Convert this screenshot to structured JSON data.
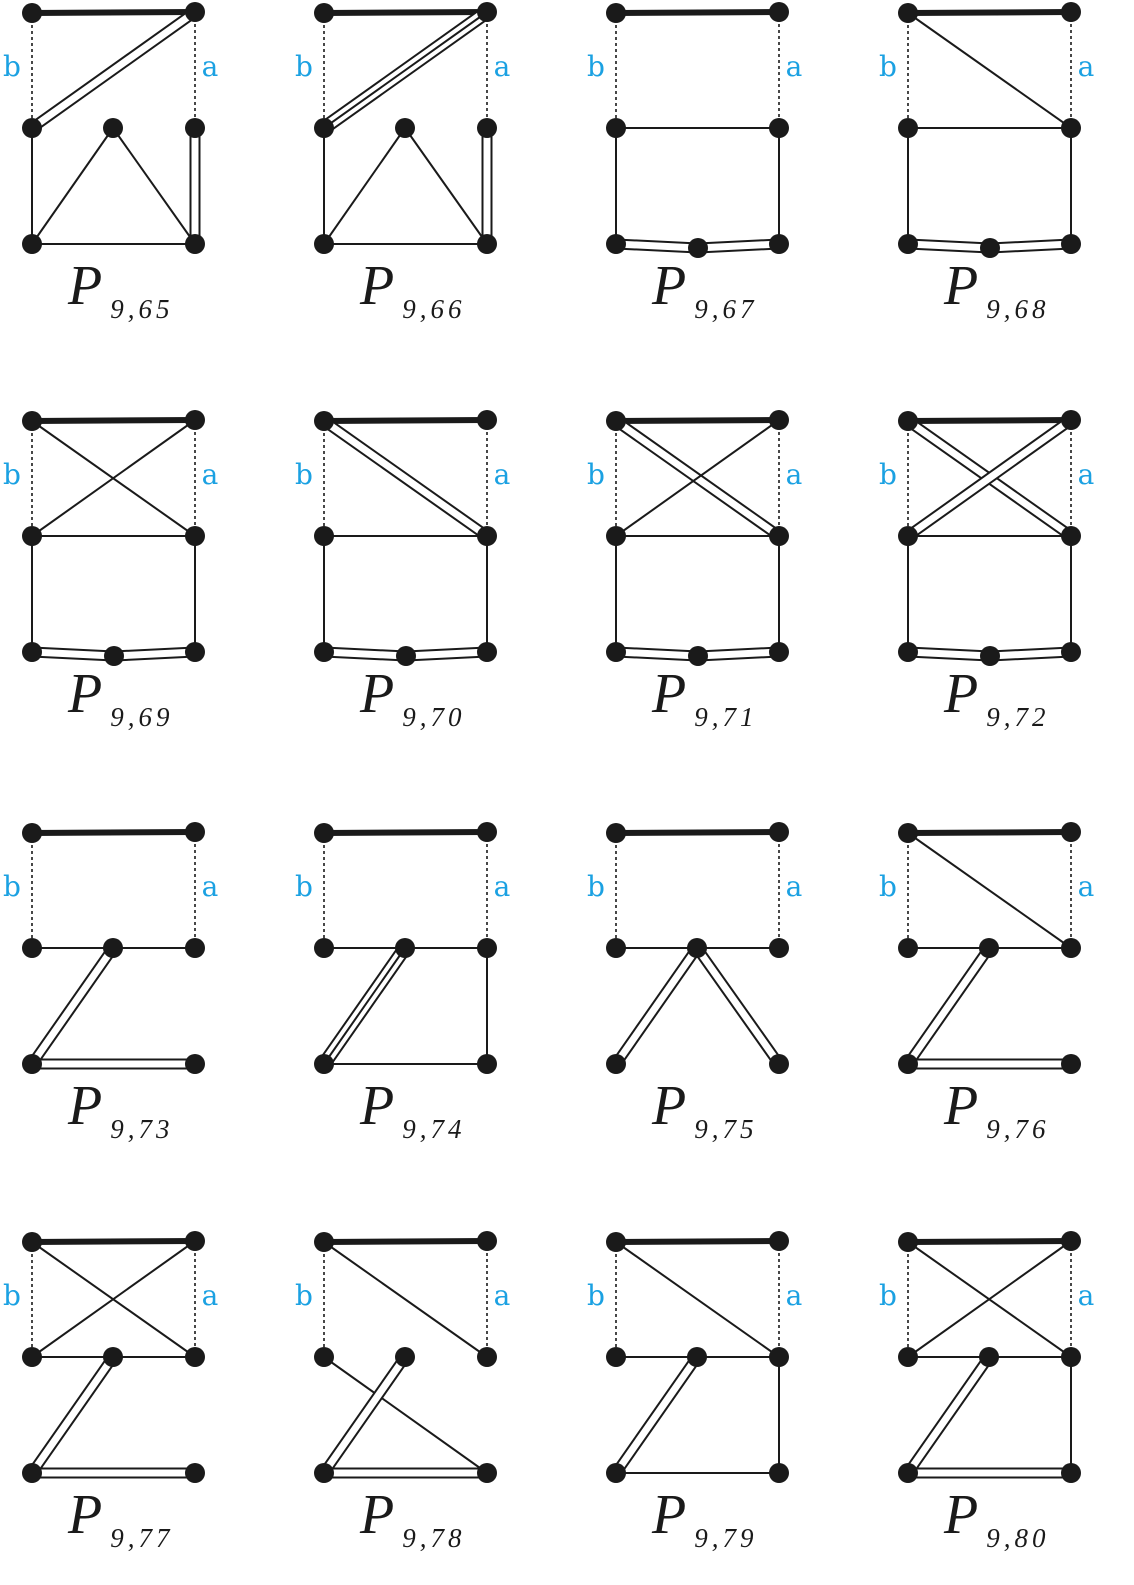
{
  "colors": {
    "ink": "#1a1a1a",
    "label": "#1ba1e2"
  },
  "side_labels": {
    "left": "b",
    "right": "a"
  },
  "caption_prefix": "P",
  "graphs": [
    {
      "caption_sub": "9,65",
      "extra_vertices": [
        "MT"
      ],
      "edges": [
        {
          "from": "TL",
          "to": "TR",
          "kind": "bold"
        },
        {
          "from": "TL",
          "to": "ML",
          "kind": "dotted"
        },
        {
          "from": "TR",
          "to": "MR",
          "kind": "dotted"
        },
        {
          "from": "TR",
          "to": "ML",
          "kind": "double"
        },
        {
          "from": "ML",
          "to": "BL",
          "kind": "single"
        },
        {
          "from": "BL",
          "to": "BR",
          "kind": "single"
        },
        {
          "from": "MT",
          "to": "BL",
          "kind": "single"
        },
        {
          "from": "MT",
          "to": "BR",
          "kind": "single"
        },
        {
          "from": "MR",
          "to": "BR",
          "kind": "double"
        }
      ]
    },
    {
      "caption_sub": "9,66",
      "extra_vertices": [
        "MT"
      ],
      "edges": [
        {
          "from": "TL",
          "to": "TR",
          "kind": "bold"
        },
        {
          "from": "TL",
          "to": "ML",
          "kind": "dotted"
        },
        {
          "from": "TR",
          "to": "MR",
          "kind": "dotted"
        },
        {
          "from": "TR",
          "to": "ML",
          "kind": "triple"
        },
        {
          "from": "ML",
          "to": "BL",
          "kind": "single"
        },
        {
          "from": "BL",
          "to": "BR",
          "kind": "single"
        },
        {
          "from": "MT",
          "to": "BL",
          "kind": "single"
        },
        {
          "from": "MT",
          "to": "BR",
          "kind": "single"
        },
        {
          "from": "MR",
          "to": "BR",
          "kind": "double"
        }
      ]
    },
    {
      "caption_sub": "9,67",
      "extra_vertices": [
        "BM"
      ],
      "edges": [
        {
          "from": "TL",
          "to": "TR",
          "kind": "bold"
        },
        {
          "from": "TL",
          "to": "ML",
          "kind": "dotted"
        },
        {
          "from": "TR",
          "to": "MR",
          "kind": "dotted"
        },
        {
          "from": "ML",
          "to": "MR",
          "kind": "single"
        },
        {
          "from": "ML",
          "to": "BL",
          "kind": "single"
        },
        {
          "from": "MR",
          "to": "BR",
          "kind": "single"
        },
        {
          "from": "BL",
          "to": "BM",
          "kind": "double"
        },
        {
          "from": "BM",
          "to": "BR",
          "kind": "double"
        }
      ]
    },
    {
      "caption_sub": "9,68",
      "extra_vertices": [
        "BM"
      ],
      "edges": [
        {
          "from": "TL",
          "to": "TR",
          "kind": "bold"
        },
        {
          "from": "TL",
          "to": "ML",
          "kind": "dotted"
        },
        {
          "from": "TR",
          "to": "MR",
          "kind": "dotted"
        },
        {
          "from": "TL",
          "to": "MR",
          "kind": "single"
        },
        {
          "from": "ML",
          "to": "MR",
          "kind": "single"
        },
        {
          "from": "ML",
          "to": "BL",
          "kind": "single"
        },
        {
          "from": "MR",
          "to": "BR",
          "kind": "single"
        },
        {
          "from": "BL",
          "to": "BM",
          "kind": "double"
        },
        {
          "from": "BM",
          "to": "BR",
          "kind": "double"
        }
      ]
    },
    {
      "caption_sub": "9,69",
      "extra_vertices": [
        "BM"
      ],
      "edges": [
        {
          "from": "TL",
          "to": "TR",
          "kind": "bold"
        },
        {
          "from": "TL",
          "to": "ML",
          "kind": "dotted"
        },
        {
          "from": "TR",
          "to": "MR",
          "kind": "dotted"
        },
        {
          "from": "TL",
          "to": "MR",
          "kind": "single"
        },
        {
          "from": "TR",
          "to": "ML",
          "kind": "single"
        },
        {
          "from": "ML",
          "to": "MR",
          "kind": "single"
        },
        {
          "from": "ML",
          "to": "BL",
          "kind": "single"
        },
        {
          "from": "MR",
          "to": "BR",
          "kind": "single"
        },
        {
          "from": "BL",
          "to": "BM",
          "kind": "double"
        },
        {
          "from": "BM",
          "to": "BR",
          "kind": "double"
        }
      ]
    },
    {
      "caption_sub": "9,70",
      "extra_vertices": [
        "BM"
      ],
      "edges": [
        {
          "from": "TL",
          "to": "TR",
          "kind": "bold"
        },
        {
          "from": "TL",
          "to": "ML",
          "kind": "dotted"
        },
        {
          "from": "TR",
          "to": "MR",
          "kind": "dotted"
        },
        {
          "from": "TL",
          "to": "MR",
          "kind": "double"
        },
        {
          "from": "ML",
          "to": "MR",
          "kind": "single"
        },
        {
          "from": "ML",
          "to": "BL",
          "kind": "single"
        },
        {
          "from": "MR",
          "to": "BR",
          "kind": "single"
        },
        {
          "from": "BL",
          "to": "BM",
          "kind": "double"
        },
        {
          "from": "BM",
          "to": "BR",
          "kind": "double"
        }
      ]
    },
    {
      "caption_sub": "9,71",
      "extra_vertices": [
        "BM"
      ],
      "edges": [
        {
          "from": "TL",
          "to": "TR",
          "kind": "bold"
        },
        {
          "from": "TL",
          "to": "ML",
          "kind": "dotted"
        },
        {
          "from": "TR",
          "to": "MR",
          "kind": "dotted"
        },
        {
          "from": "TL",
          "to": "MR",
          "kind": "double"
        },
        {
          "from": "TR",
          "to": "ML",
          "kind": "single"
        },
        {
          "from": "ML",
          "to": "MR",
          "kind": "single"
        },
        {
          "from": "ML",
          "to": "BL",
          "kind": "single"
        },
        {
          "from": "MR",
          "to": "BR",
          "kind": "single"
        },
        {
          "from": "BL",
          "to": "BM",
          "kind": "double"
        },
        {
          "from": "BM",
          "to": "BR",
          "kind": "double"
        }
      ]
    },
    {
      "caption_sub": "9,72",
      "extra_vertices": [
        "BM"
      ],
      "edges": [
        {
          "from": "TL",
          "to": "TR",
          "kind": "bold"
        },
        {
          "from": "TL",
          "to": "ML",
          "kind": "dotted"
        },
        {
          "from": "TR",
          "to": "MR",
          "kind": "dotted"
        },
        {
          "from": "TL",
          "to": "MR",
          "kind": "double"
        },
        {
          "from": "TR",
          "to": "ML",
          "kind": "double"
        },
        {
          "from": "ML",
          "to": "MR",
          "kind": "single"
        },
        {
          "from": "ML",
          "to": "BL",
          "kind": "single"
        },
        {
          "from": "MR",
          "to": "BR",
          "kind": "single"
        },
        {
          "from": "BL",
          "to": "BM",
          "kind": "double"
        },
        {
          "from": "BM",
          "to": "BR",
          "kind": "double"
        }
      ]
    },
    {
      "caption_sub": "9,73",
      "extra_vertices": [
        "MM"
      ],
      "edges": [
        {
          "from": "TL",
          "to": "TR",
          "kind": "bold"
        },
        {
          "from": "TL",
          "to": "ML",
          "kind": "dotted"
        },
        {
          "from": "TR",
          "to": "MR",
          "kind": "dotted"
        },
        {
          "from": "ML",
          "to": "MR",
          "kind": "single"
        },
        {
          "from": "MM",
          "to": "BL",
          "kind": "double"
        },
        {
          "from": "BL",
          "to": "BR",
          "kind": "double"
        }
      ]
    },
    {
      "caption_sub": "9,74",
      "extra_vertices": [
        "MM"
      ],
      "edges": [
        {
          "from": "TL",
          "to": "TR",
          "kind": "bold"
        },
        {
          "from": "TL",
          "to": "ML",
          "kind": "dotted"
        },
        {
          "from": "TR",
          "to": "MR",
          "kind": "dotted"
        },
        {
          "from": "ML",
          "to": "MR",
          "kind": "single"
        },
        {
          "from": "MM",
          "to": "BL",
          "kind": "triple"
        },
        {
          "from": "BL",
          "to": "BR",
          "kind": "single"
        },
        {
          "from": "MR",
          "to": "BR",
          "kind": "single"
        }
      ]
    },
    {
      "caption_sub": "9,75",
      "extra_vertices": [
        "MM"
      ],
      "edges": [
        {
          "from": "TL",
          "to": "TR",
          "kind": "bold"
        },
        {
          "from": "TL",
          "to": "ML",
          "kind": "dotted"
        },
        {
          "from": "TR",
          "to": "MR",
          "kind": "dotted"
        },
        {
          "from": "ML",
          "to": "MR",
          "kind": "single"
        },
        {
          "from": "MM",
          "to": "BL",
          "kind": "double"
        },
        {
          "from": "MM",
          "to": "BR",
          "kind": "double"
        }
      ]
    },
    {
      "caption_sub": "9,76",
      "extra_vertices": [
        "MM"
      ],
      "edges": [
        {
          "from": "TL",
          "to": "TR",
          "kind": "bold"
        },
        {
          "from": "TL",
          "to": "ML",
          "kind": "dotted"
        },
        {
          "from": "TR",
          "to": "MR",
          "kind": "dotted"
        },
        {
          "from": "TL",
          "to": "MR",
          "kind": "single"
        },
        {
          "from": "ML",
          "to": "MR",
          "kind": "single"
        },
        {
          "from": "MM",
          "to": "BL",
          "kind": "double"
        },
        {
          "from": "BL",
          "to": "BR",
          "kind": "double"
        }
      ]
    },
    {
      "caption_sub": "9,77",
      "extra_vertices": [
        "MM"
      ],
      "edges": [
        {
          "from": "TL",
          "to": "TR",
          "kind": "bold"
        },
        {
          "from": "TL",
          "to": "ML",
          "kind": "dotted"
        },
        {
          "from": "TR",
          "to": "MR",
          "kind": "dotted"
        },
        {
          "from": "TL",
          "to": "MR",
          "kind": "single"
        },
        {
          "from": "TR",
          "to": "ML",
          "kind": "single"
        },
        {
          "from": "ML",
          "to": "MR",
          "kind": "single"
        },
        {
          "from": "MM",
          "to": "BL",
          "kind": "double"
        },
        {
          "from": "BL",
          "to": "BR",
          "kind": "double"
        }
      ]
    },
    {
      "caption_sub": "9,78",
      "extra_vertices": [
        "MM"
      ],
      "edges": [
        {
          "from": "TL",
          "to": "TR",
          "kind": "bold"
        },
        {
          "from": "TL",
          "to": "ML",
          "kind": "dotted"
        },
        {
          "from": "TR",
          "to": "MR",
          "kind": "dotted"
        },
        {
          "from": "TL",
          "to": "MR",
          "kind": "single"
        },
        {
          "from": "ML",
          "to": "BR",
          "kind": "single"
        },
        {
          "from": "MM",
          "to": "BL",
          "kind": "double"
        },
        {
          "from": "BL",
          "to": "BR",
          "kind": "double"
        }
      ]
    },
    {
      "caption_sub": "9,79",
      "extra_vertices": [
        "MM"
      ],
      "edges": [
        {
          "from": "TL",
          "to": "TR",
          "kind": "bold"
        },
        {
          "from": "TL",
          "to": "ML",
          "kind": "dotted"
        },
        {
          "from": "TR",
          "to": "MR",
          "kind": "dotted"
        },
        {
          "from": "TL",
          "to": "MR",
          "kind": "single"
        },
        {
          "from": "ML",
          "to": "MR",
          "kind": "single"
        },
        {
          "from": "MR",
          "to": "BR",
          "kind": "single"
        },
        {
          "from": "MM",
          "to": "BL",
          "kind": "double"
        },
        {
          "from": "BL",
          "to": "BR",
          "kind": "single"
        }
      ]
    },
    {
      "caption_sub": "9,80",
      "extra_vertices": [
        "MM"
      ],
      "edges": [
        {
          "from": "TL",
          "to": "TR",
          "kind": "bold"
        },
        {
          "from": "TL",
          "to": "ML",
          "kind": "dotted"
        },
        {
          "from": "TR",
          "to": "MR",
          "kind": "dotted"
        },
        {
          "from": "TL",
          "to": "MR",
          "kind": "single"
        },
        {
          "from": "TR",
          "to": "ML",
          "kind": "single"
        },
        {
          "from": "ML",
          "to": "MR",
          "kind": "single"
        },
        {
          "from": "MR",
          "to": "BR",
          "kind": "single"
        },
        {
          "from": "MM",
          "to": "BL",
          "kind": "double"
        },
        {
          "from": "BL",
          "to": "BR",
          "kind": "double"
        }
      ]
    }
  ]
}
